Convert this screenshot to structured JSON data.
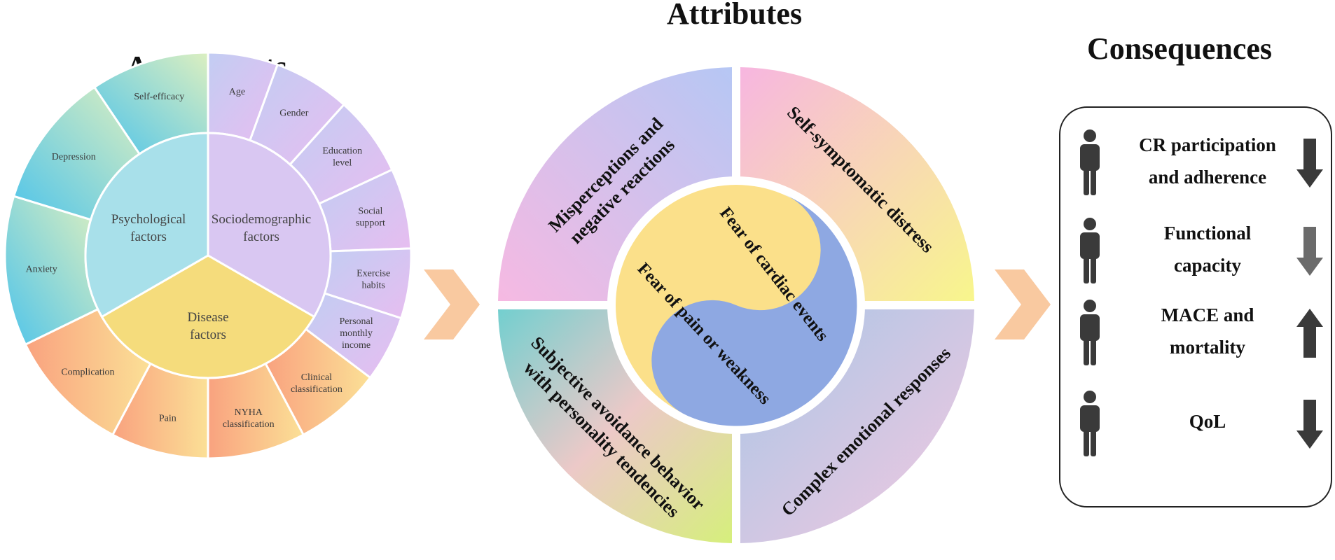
{
  "titles": {
    "antecedents": "Antecedents",
    "attributes": "Attributes",
    "consequences": "Consequences"
  },
  "antecedents": {
    "inner": {
      "psychological": [
        "Psychological",
        "factors"
      ],
      "sociodemographic": [
        "Sociodemographic",
        "factors"
      ],
      "disease": [
        "Disease",
        "factors"
      ]
    },
    "outer": {
      "self_efficacy": [
        "Self-efficacy"
      ],
      "depression": [
        "Depression"
      ],
      "anxiety": [
        "Anxiety"
      ],
      "age": [
        "Age"
      ],
      "gender": [
        "Gender"
      ],
      "education": [
        "Education",
        "level"
      ],
      "social_support": [
        "Social",
        "support"
      ],
      "exercise": [
        "Exercise",
        "habits"
      ],
      "income": [
        "Personal",
        "monthly",
        "income"
      ],
      "clinical": [
        "Clinical",
        "classification"
      ],
      "nyha": [
        "NYHA",
        "classification"
      ],
      "pain": [
        "Pain"
      ],
      "complication": [
        "Complication"
      ]
    }
  },
  "attributes": {
    "misperceptions": [
      "Misperceptions and",
      "negative reactions"
    ],
    "self_symptomatic": [
      "Self-symptomatic distress"
    ],
    "subjective_avoidance": [
      "Subjective avoidance behavior",
      "with personality tendencies"
    ],
    "complex_emotional": [
      "Complex emotional responses"
    ],
    "fear_cardiac": "Fear of cardiac events",
    "fear_pain": "Fear of pain or weakness"
  },
  "consequences": [
    {
      "label": [
        "CR participation",
        "and adherence"
      ],
      "trend": "down",
      "arrow_color": "#3a3a3a"
    },
    {
      "label": [
        "Functional",
        "capacity"
      ],
      "trend": "down",
      "arrow_color": "#6b6b6b"
    },
    {
      "label": [
        "MACE and",
        "mortality"
      ],
      "trend": "up",
      "arrow_color": "#3a3a3a"
    },
    {
      "label": [
        "QoL"
      ],
      "trend": "down",
      "arrow_color": "#3a3a3a"
    }
  ],
  "colors": {
    "psych": "#a8e0ea",
    "socio": "#d9c7f2",
    "disease": "#f5dc7c",
    "arrow": "#f9c9a0",
    "yang": "#8ea8e2",
    "yin": "#fbe08a",
    "person": "#3a3a3a"
  }
}
